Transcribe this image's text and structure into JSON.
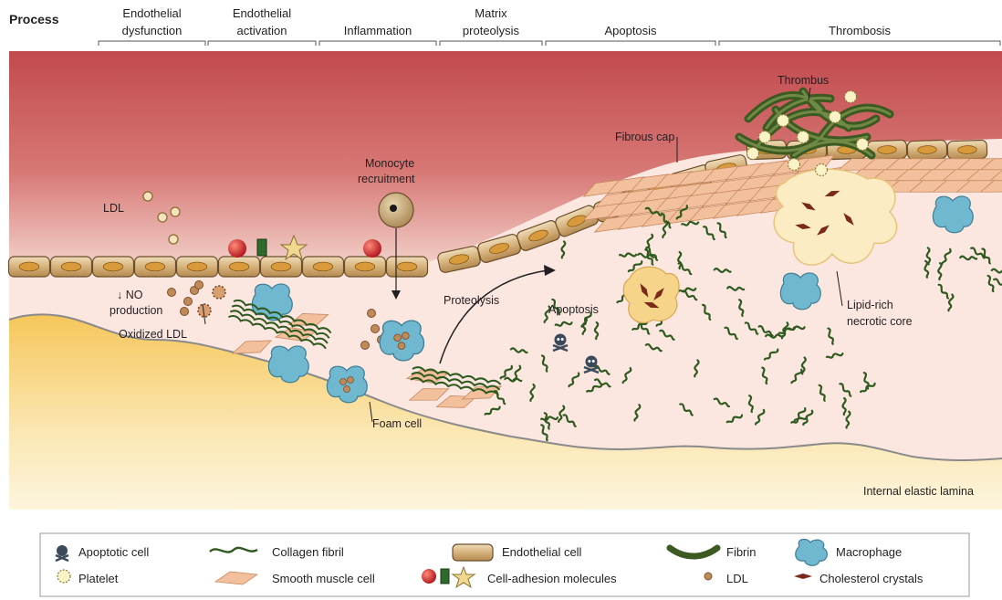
{
  "process_label": "Process",
  "phases": [
    {
      "line1": "Endothelial",
      "line2": "dysfunction"
    },
    {
      "line1": "Endothelial",
      "line2": "activation"
    },
    {
      "line1": "Inflammation",
      "line2": ""
    },
    {
      "line1": "Matrix",
      "line2": "proteolysis"
    },
    {
      "line1": "Apoptosis",
      "line2": ""
    },
    {
      "line1": "Thrombosis",
      "line2": ""
    }
  ],
  "labels": {
    "ldl": "LDL",
    "no_line1": "↓ NO",
    "no_line2": "production",
    "oxidized_ldl": "Oxidized LDL",
    "monocyte_line1": "Monocyte",
    "monocyte_line2": "recruitment",
    "proteolysis": "Proteolysis",
    "foam_cell": "Foam cell",
    "apoptosis": "Apoptosis",
    "fibrous_cap": "Fibrous cap",
    "thrombus": "Thrombus",
    "lipid_line1": "Lipid-rich",
    "lipid_line2": "necrotic core",
    "internal_elastic_lamina": "Internal elastic lamina"
  },
  "legend": [
    {
      "icon": "apoptotic-cell-icon",
      "label": "Apoptotic cell"
    },
    {
      "icon": "collagen-fibril-icon",
      "label": "Collagen fibril"
    },
    {
      "icon": "endothelial-cell-icon",
      "label": "Endothelial cell"
    },
    {
      "icon": "fibrin-icon",
      "label": "Fibrin"
    },
    {
      "icon": "macrophage-icon",
      "label": "Macrophage"
    },
    {
      "icon": "platelet-icon",
      "label": "Platelet"
    },
    {
      "icon": "smooth-muscle-cell-icon",
      "label": "Smooth muscle cell"
    },
    {
      "icon": "cell-adhesion-molecules-icon",
      "label": "Cell-adhesion molecules"
    },
    {
      "icon": "ldl-icon",
      "label": "LDL"
    },
    {
      "icon": "cholesterol-crystals-icon",
      "label": "Cholesterol crystals"
    }
  ],
  "colors": {
    "lumen_dark": "#c7565a",
    "lumen_light": "#f2cfc9",
    "intima": "#fbe8e3",
    "media": "#f7d98a",
    "endothelium": "#d9b98a",
    "collagen": "#2f5a1f",
    "macrophage": "#6fb8cf",
    "smooth_muscle": "#f1c09b"
  }
}
